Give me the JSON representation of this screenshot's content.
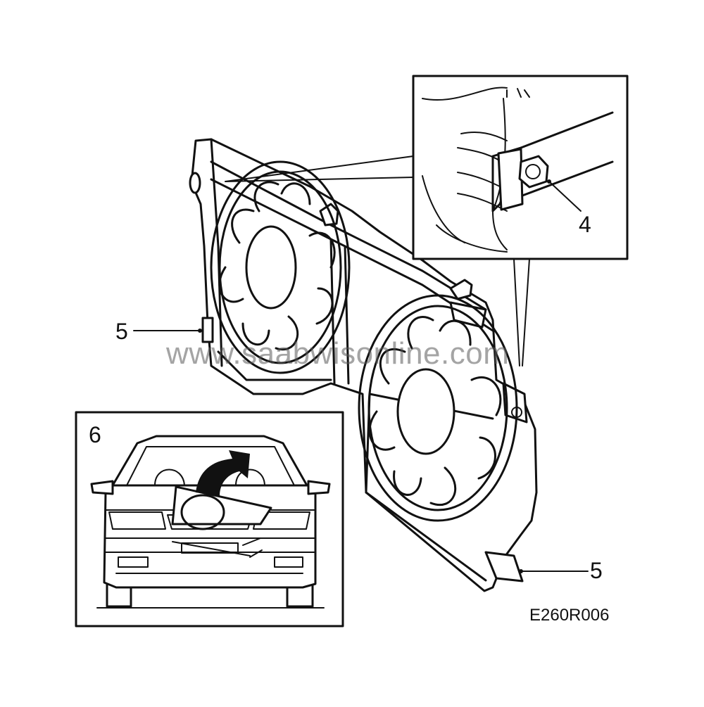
{
  "labels": {
    "callout_4": "4",
    "callout_5_left": "5",
    "callout_5_right": "5",
    "inset_6": "6"
  },
  "watermark": "www.saabwisonline.com",
  "figure_ref": "E260R006",
  "colors": {
    "line": "#111111",
    "background": "#ffffff",
    "watermark": "#5a5a5a"
  }
}
